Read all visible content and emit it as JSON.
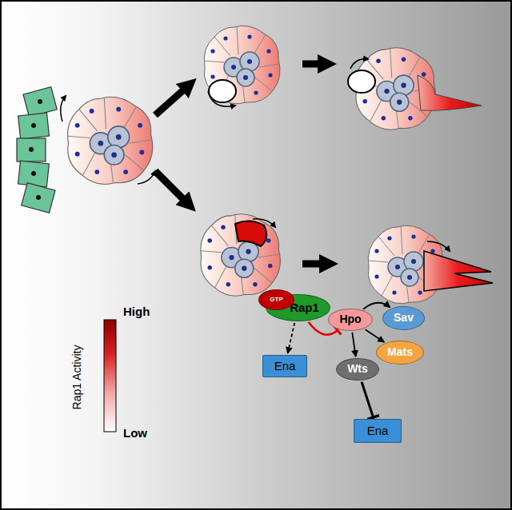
{
  "diagram": {
    "nodes": [
      {
        "text": [
          "Rap1"
        ]
      },
      {
        "text": [
          "GTP"
        ],
        "in": 0
      },
      {
        "text": [
          "Ena"
        ]
      },
      {
        "text": [
          "Hpo"
        ]
      },
      {
        "text": [
          "Sav"
        ]
      },
      {
        "text": [
          "Mats"
        ]
      },
      {
        "text": [
          "Wts"
        ]
      },
      {
        "text": [
          "Ena"
        ]
      }
    ],
    "edges": [
      {
        "from": 0,
        "to": 2,
        "arrow": "to"
      },
      {
        "from": 0,
        "to": 3,
        "arrow": "to"
      },
      {
        "from": 3,
        "to": 4,
        "arrow": "to"
      },
      {
        "from": 3,
        "to": 5,
        "arrow": "to"
      },
      {
        "from": 3,
        "to": 6,
        "arrow": "to"
      },
      {
        "from": 6,
        "to": 7,
        "arrow": "to"
      }
    ],
    "labels": [
      "Rap1 Activity",
      "High",
      "Low"
    ]
  }
}
